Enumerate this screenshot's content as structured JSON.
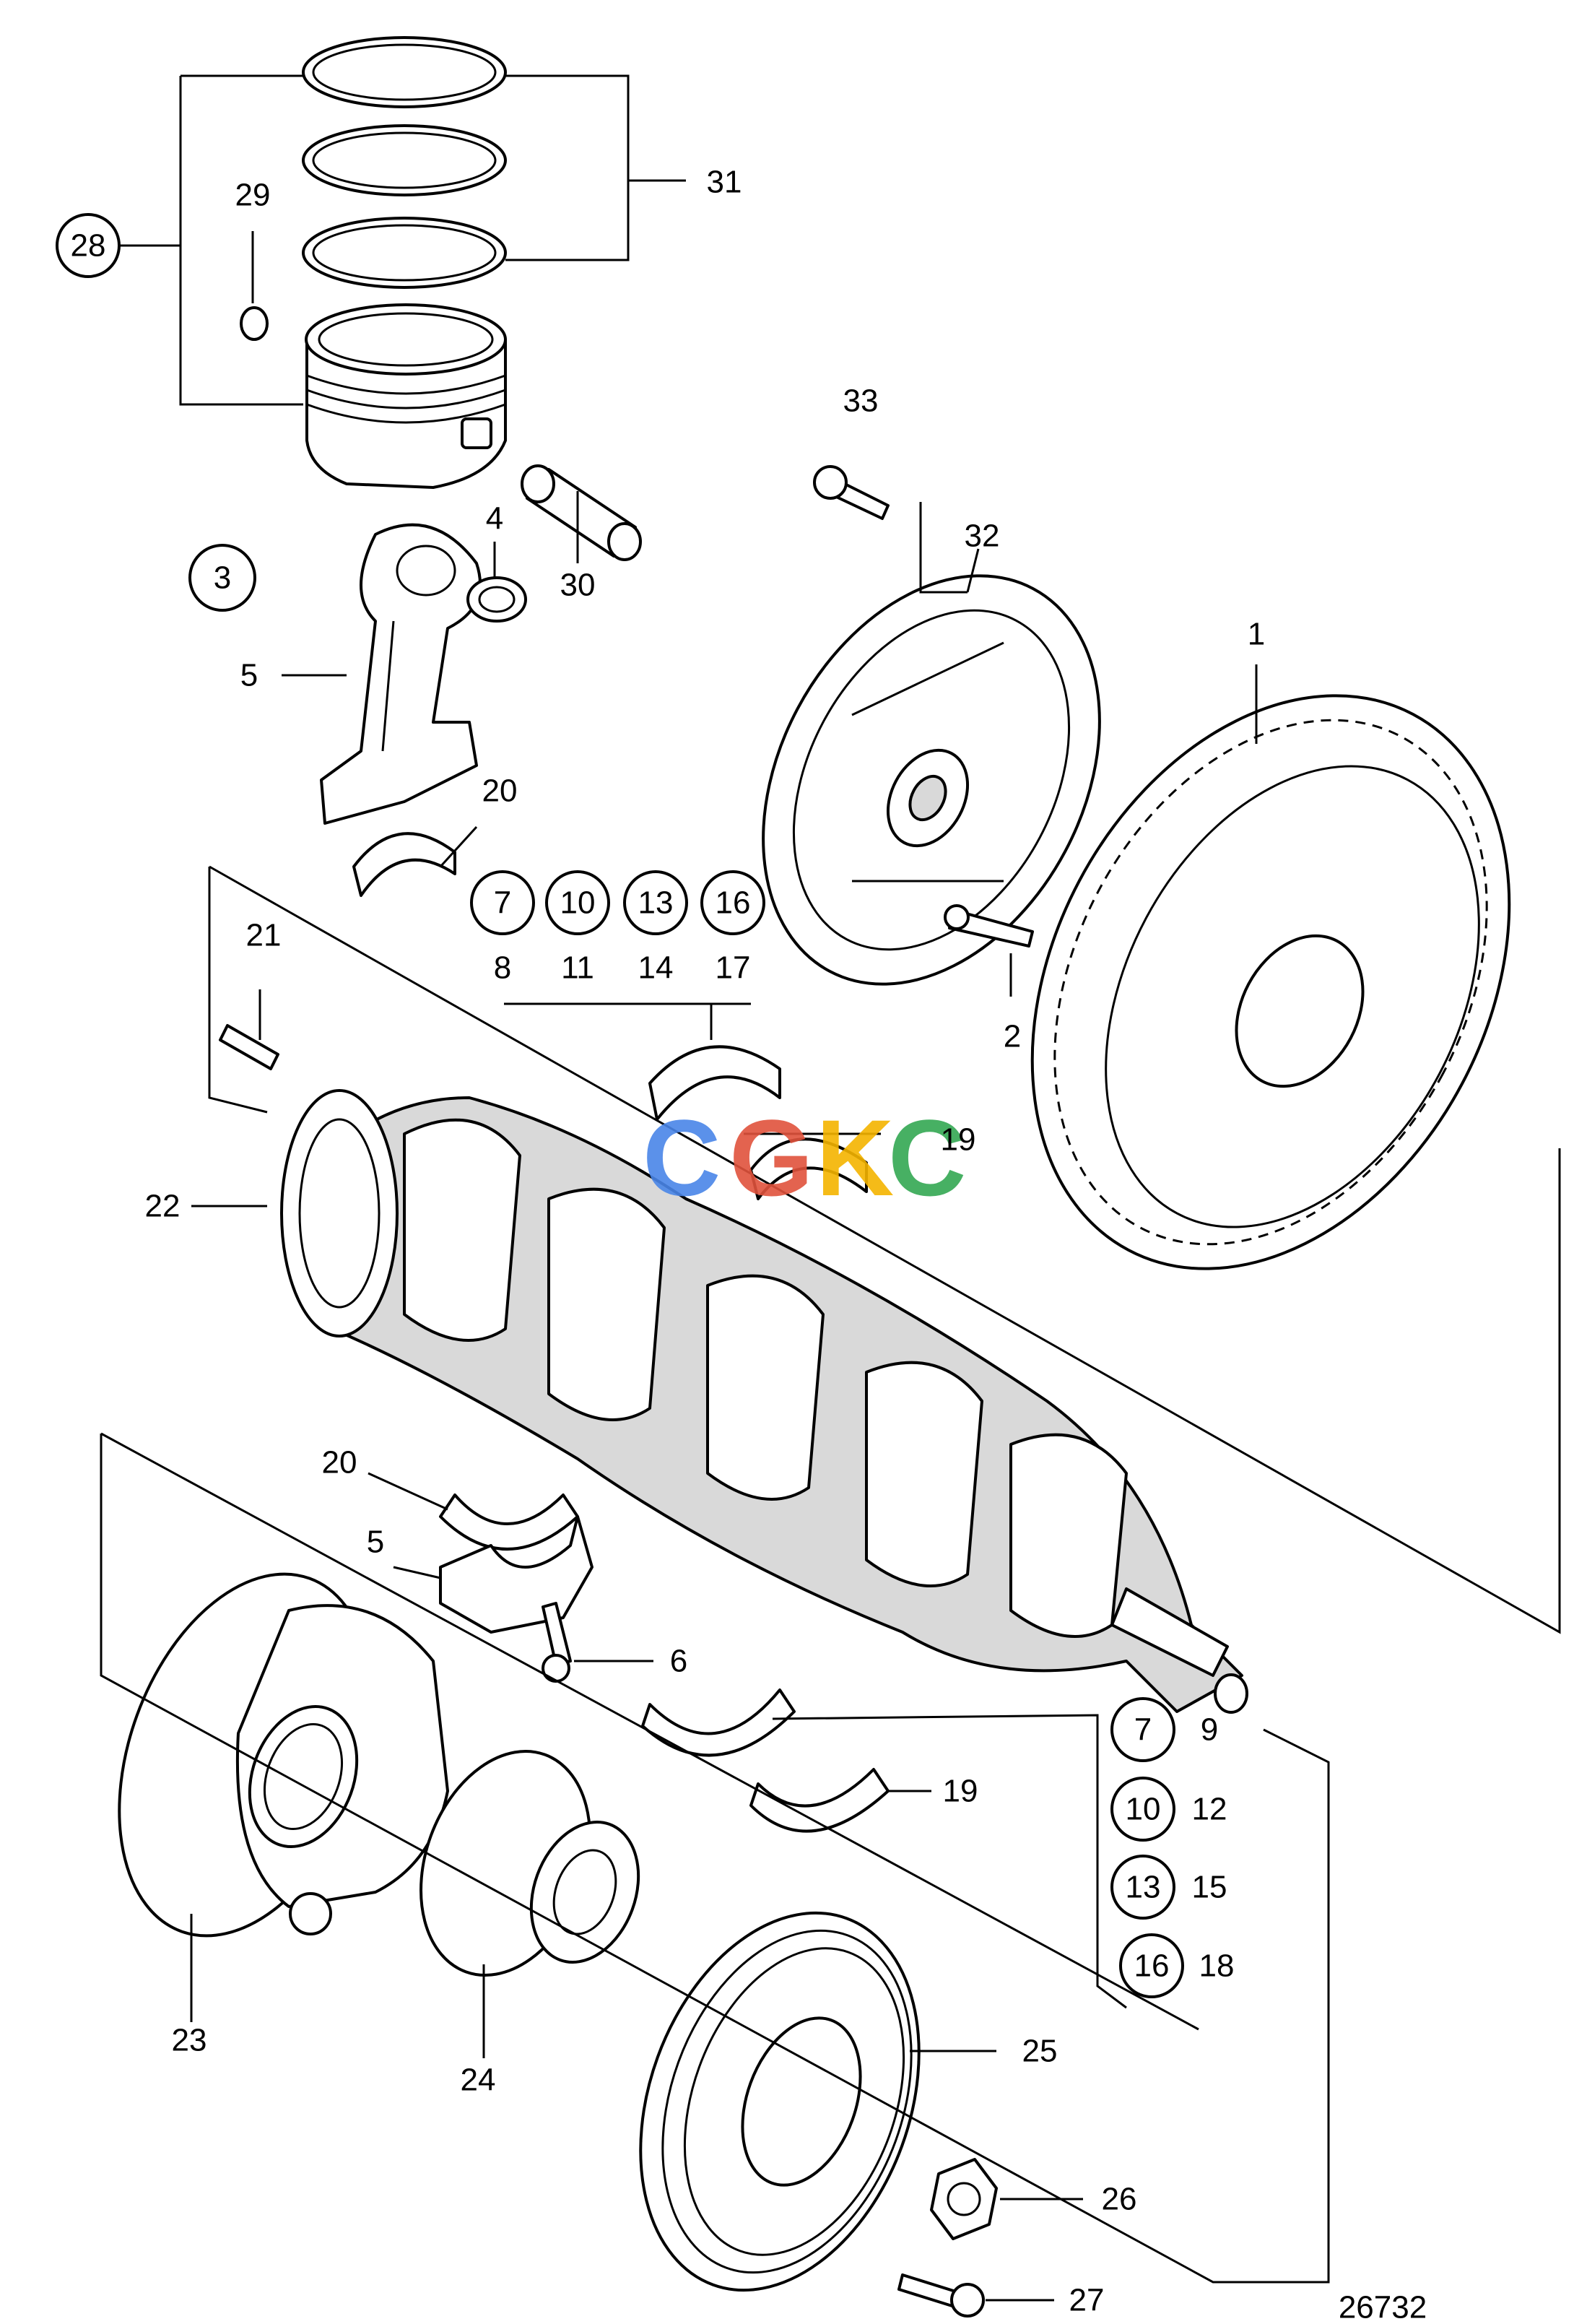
{
  "callouts": {
    "c1": "1",
    "c2": "2",
    "c3": "3",
    "c4": "4",
    "c5a": "5",
    "c5b": "5",
    "c6": "6",
    "c7a": "7",
    "c8": "8",
    "c7b": "7",
    "c9": "9",
    "c10a": "10",
    "c11": "11",
    "c10b": "10",
    "c12": "12",
    "c13a": "13",
    "c14": "14",
    "c13b": "13",
    "c15": "15",
    "c16a": "16",
    "c17": "17",
    "c16b": "16",
    "c18": "18",
    "c19a": "19",
    "c19b": "19",
    "c20a": "20",
    "c20b": "20",
    "c21": "21",
    "c22": "22",
    "c23": "23",
    "c24": "24",
    "c25": "25",
    "c26": "26",
    "c27": "27",
    "c28": "28",
    "c29": "29",
    "c30": "30",
    "c31": "31",
    "c32": "32",
    "c33": "33"
  },
  "figure_number": "26732",
  "watermark": {
    "text": "CGKC",
    "colors": [
      "#4a86e8",
      "#e0533c",
      "#f4b400",
      "#34a853"
    ]
  }
}
